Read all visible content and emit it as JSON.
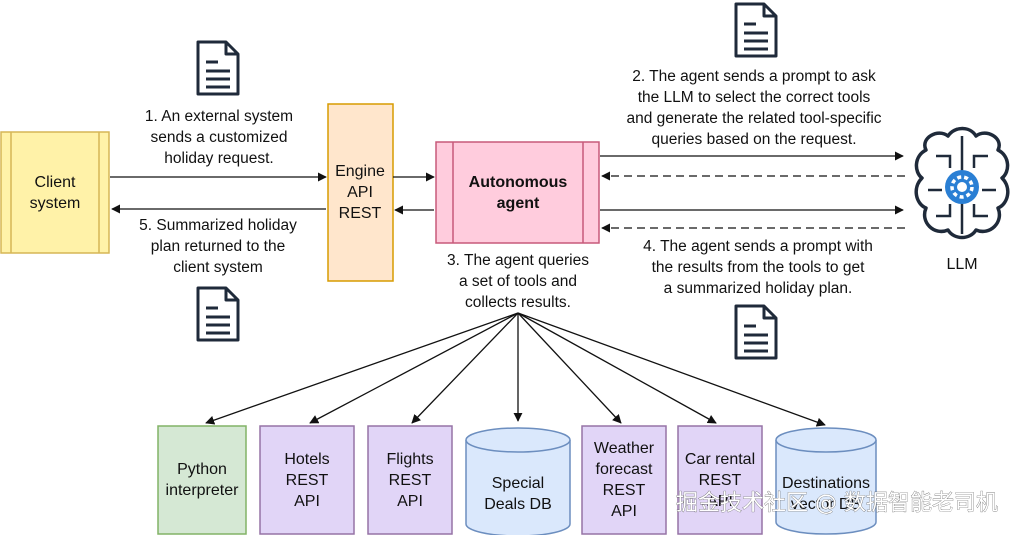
{
  "nodes": {
    "client": [
      "Client",
      "system"
    ],
    "engine": [
      "Engine",
      "API",
      "REST"
    ],
    "agent": [
      "Autonomous",
      "agent"
    ],
    "llm": "LLM",
    "python": [
      "Python",
      "interpreter"
    ],
    "hotels": [
      "Hotels",
      "REST",
      "API"
    ],
    "flights": [
      "Flights",
      "REST",
      "API"
    ],
    "special": [
      "Special",
      "Deals DB"
    ],
    "weather": [
      "Weather",
      "forecast",
      "REST",
      "API"
    ],
    "car": [
      "Car rental",
      "REST",
      "API"
    ],
    "destinations": [
      "Destinations",
      "vector DB"
    ]
  },
  "steps": {
    "step1": [
      "1. An external system",
      "sends a customized",
      "holiday request."
    ],
    "step2": [
      "2. The agent sends a prompt to ask",
      "the LLM to select the correct tools",
      "and generate the related tool-specific",
      "queries based on the request."
    ],
    "step3": [
      "3. The agent queries",
      "a set of tools and",
      "collects results."
    ],
    "step4": [
      "4. The agent sends a prompt with",
      "the results from the tools to get",
      "a summarized holiday plan."
    ],
    "step5": [
      "5. Summarized holiday",
      "plan returned to the",
      "client system"
    ]
  },
  "watermark": "掘金技术社区 @ 数据智能老司机",
  "colors": {
    "client_fill": "#fff2a8",
    "client_stroke": "#d6b656",
    "engine_fill": "#ffe6cc",
    "engine_stroke": "#d79b00",
    "agent_fill": "#ffccdd",
    "agent_stroke": "#c75a7a",
    "python_fill": "#d5e8d4",
    "python_stroke": "#82b366",
    "api_fill": "#e1d5f7",
    "api_stroke": "#9673a6",
    "db_fill": "#dae8fc",
    "db_stroke": "#6c8ebf",
    "llm_blue": "#2a7fd4"
  }
}
